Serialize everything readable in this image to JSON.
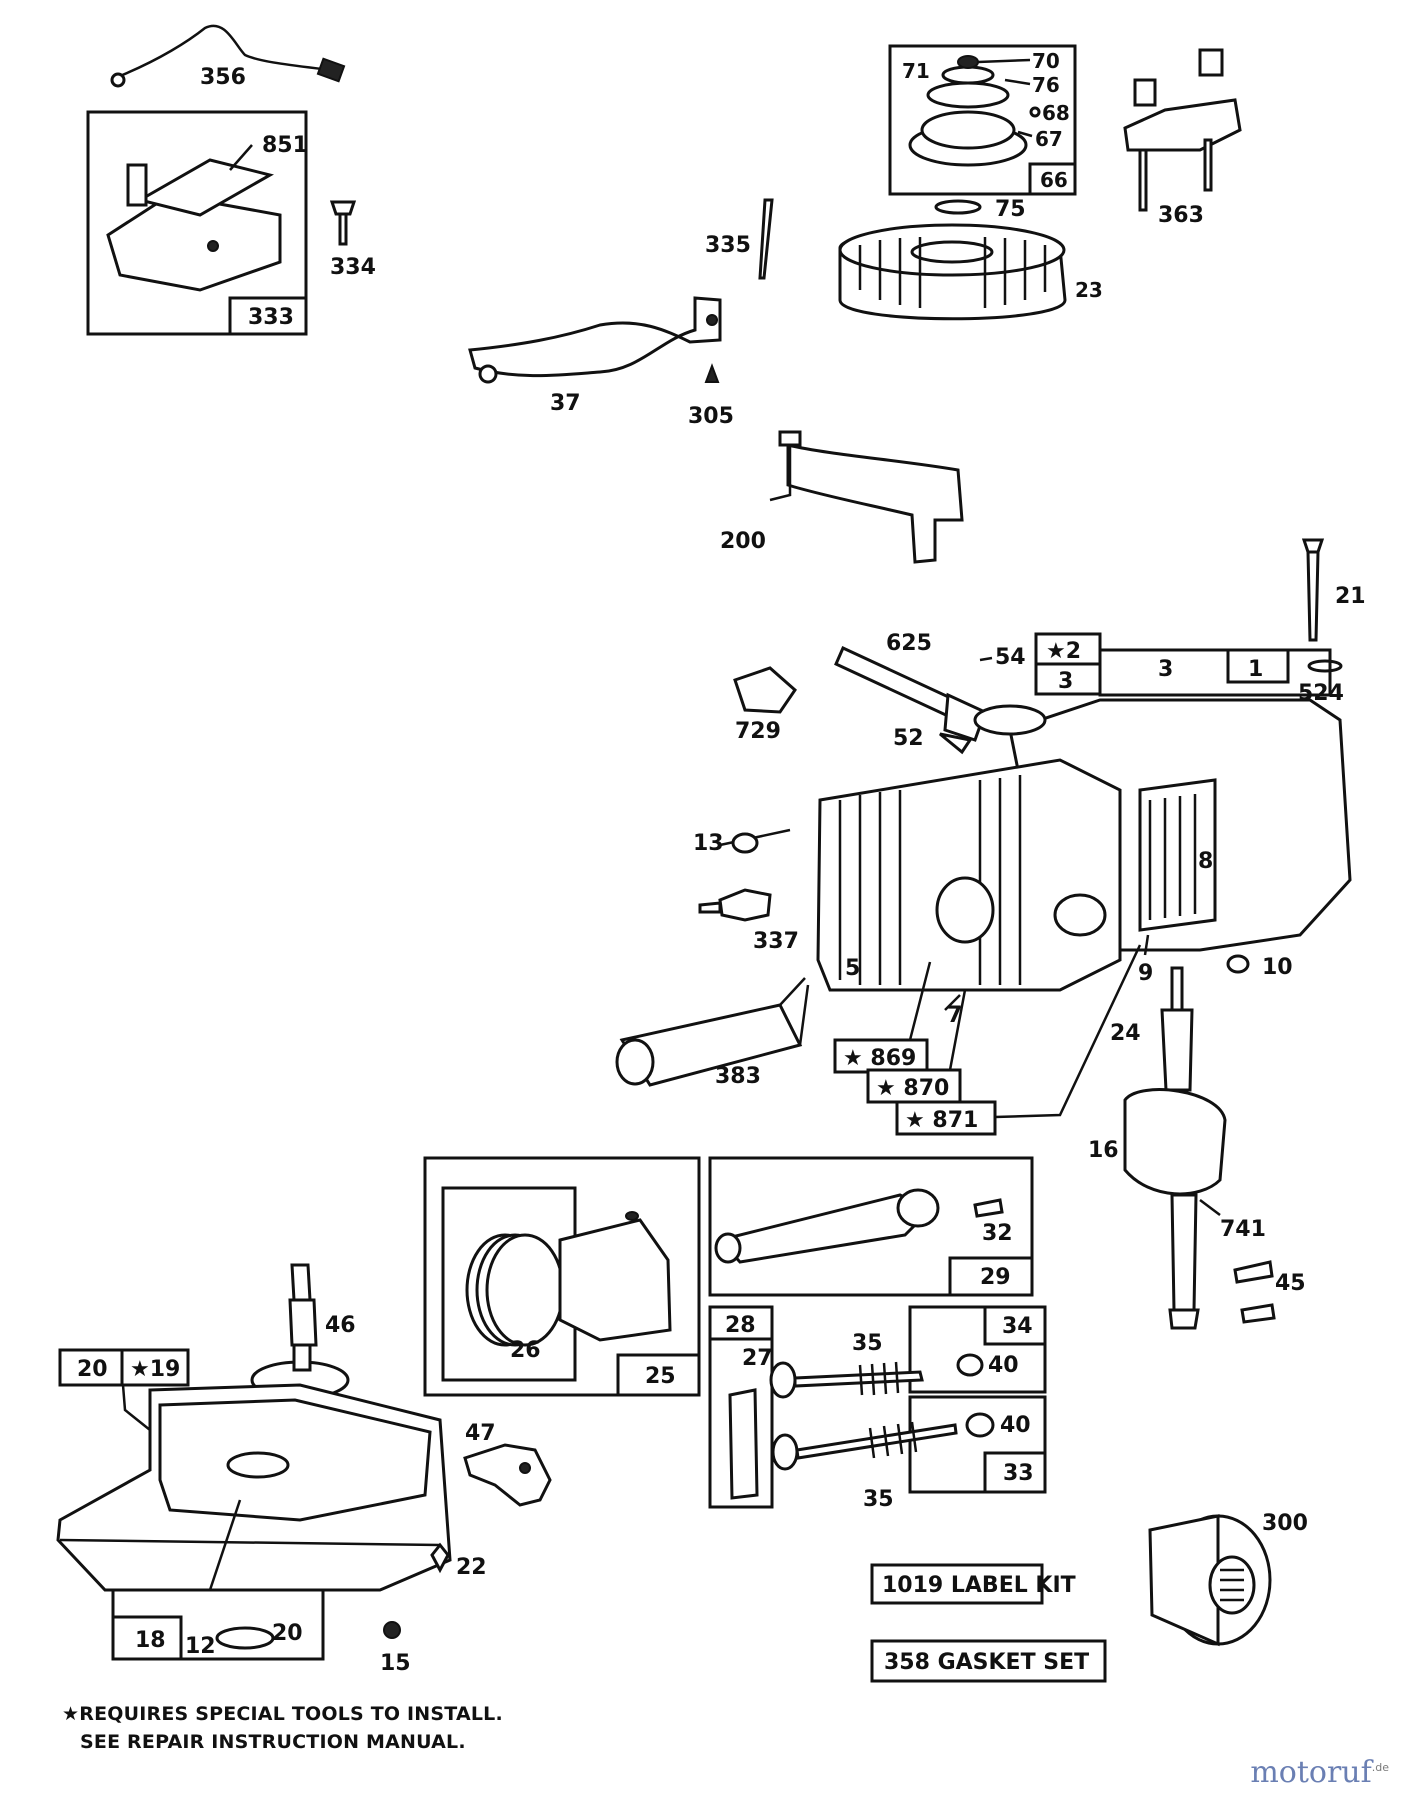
{
  "diagram": {
    "labels": {
      "p356": "356",
      "p851": "851",
      "p334": "334",
      "p333": "333",
      "p335": "335",
      "p37": "37",
      "p305": "305",
      "p200": "200",
      "p71": "71",
      "p70": "70",
      "p76": "76",
      "p68": "68",
      "p67": "67",
      "p66": "66",
      "p75": "75",
      "p23": "23",
      "p363": "363",
      "p21": "21",
      "p625": "625",
      "p54": "54",
      "p2": "★2",
      "p3a": "3",
      "p3b": "3",
      "p1": "1",
      "p524": "524",
      "p729": "729",
      "p52": "52",
      "p13": "13",
      "p337": "337",
      "p5": "5",
      "p7": "7",
      "p8": "8",
      "p9": "9",
      "p10": "10",
      "p24": "24",
      "p383": "383",
      "p869": "★ 869",
      "p870": "★ 870",
      "p871": "★ 871",
      "p16": "16",
      "p741": "741",
      "p45": "45",
      "p26": "26",
      "p25": "25",
      "p32": "32",
      "p29": "29",
      "p28": "28",
      "p27": "27",
      "p34": "34",
      "p35a": "35",
      "p40a": "40",
      "p40b": "40",
      "p33": "33",
      "p35b": "35",
      "p46": "46",
      "p20a": "20",
      "p19": "★19",
      "p47": "47",
      "p22": "22",
      "p18": "18",
      "p12": "12",
      "p20b": "20",
      "p15": "15",
      "p300": "300"
    },
    "kits": {
      "label_kit": "1019 LABEL KIT",
      "gasket_set": "358  GASKET SET"
    }
  },
  "footnote": {
    "line1": "★REQUIRES SPECIAL TOOLS TO INSTALL.",
    "line2": "SEE REPAIR INSTRUCTION MANUAL."
  },
  "watermark": {
    "text": "motoruf",
    "suffix": ".de"
  }
}
